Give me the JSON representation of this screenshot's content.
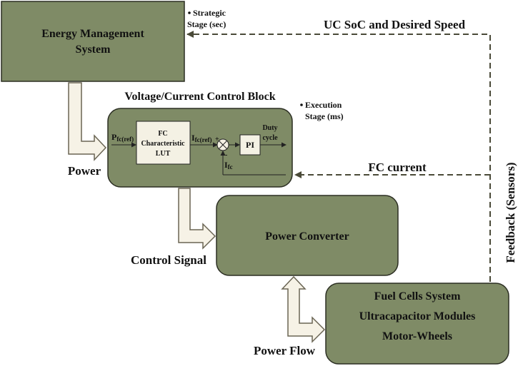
{
  "colors": {
    "box_fill": "#7f8b66",
    "box_stroke": "#2b2e22",
    "arrow_fill": "#f6f2e6",
    "arrow_stroke": "#6a6554",
    "dashed": "#4a4a38",
    "inner_fill": "#f4f1e4"
  },
  "ems": {
    "title_line1": "Energy Management",
    "title_line2": "System"
  },
  "strategic": {
    "line1": "Strategic",
    "line2": "Stage (sec)"
  },
  "execution": {
    "line1": "Execution",
    "line2": "Stage (ms)"
  },
  "feedback_top": "UC SoC and Desired Speed",
  "control_block": {
    "title": "Voltage/Current Control Block",
    "lut_line1": "FC",
    "lut_line2": "Characteristic",
    "lut_line3": "LUT",
    "pfc_main": "P",
    "pfc_sub": "fc(ref)",
    "ifc_ref_main": "I",
    "ifc_ref_sub": "fc(ref)",
    "ifc_main": "I",
    "ifc_sub": "fc",
    "pi": "PI",
    "duty_line1": "Duty",
    "duty_line2": "cycle",
    "plus": "+",
    "minus": "-"
  },
  "fc_current": "FC current",
  "power_label": "Power",
  "control_signal_label": "Control Signal",
  "power_converter": "Power Converter",
  "system_box": {
    "line1": "Fuel Cells System",
    "line2": "Ultracapacitor Modules",
    "line3": "Motor-Wheels"
  },
  "power_flow_label": "Power Flow",
  "feedback_side": "Feedback (Sensors)"
}
